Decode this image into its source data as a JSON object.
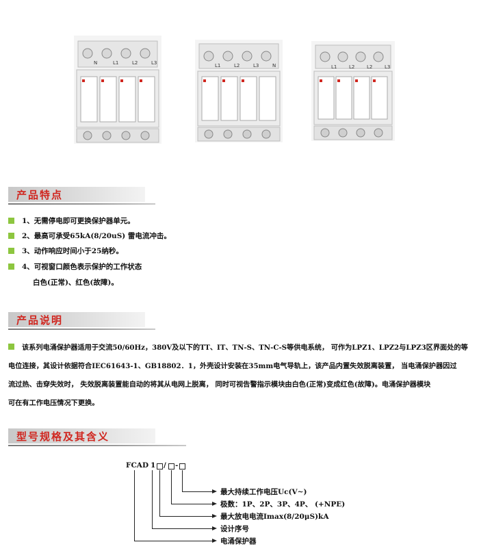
{
  "section_features": {
    "title": "产品特点",
    "items": [
      "1、无需停电即可更换保护器单元。",
      "2、最高可承受65kA(8/20uS) 雷电流冲击。",
      "3、动作响应时间小于25纳秒。",
      "4、可视窗口颜色表示保护的工作状态"
    ],
    "item4_line2": "白色(正常)、红色(故障)。"
  },
  "section_description": {
    "title": "产品说明",
    "lines": [
      "该系列电涌保护器适用于交流50/60Hz，380V及以下的TT、IT、TN-S、TN-C-S等供电系统， 可作为LPZ1、LPZ2与LPZ3区界面处的等",
      "电位连接，其设计依据符合IEC61643-1、GB18802．1，外壳设计安装在35mm电气导轨上，该产品内置失效脱离装置， 当电涌保护器因过",
      "流过热、击穿失效时， 失效脱离装置能自动的将其从电网上脱离， 同时可视告警指示模块由白色(正常)变成红色(故障)。电涌保护器模块",
      "可在有工作电压情况下更换。"
    ]
  },
  "section_model": {
    "title": "型号规格及其含义",
    "code_prefix": "FCAD",
    "code_digit": "1",
    "sep1": "/",
    "sep2": "-",
    "labels": [
      "最大持续工作电压Uc(V~)",
      "极数：1P、2P、3P、4P、 (+NPE)",
      "最大放电电流Imax(8/20μS)kA",
      "设计序号",
      "电涌保护器"
    ]
  },
  "devices": [
    {
      "name": "device-4p-left",
      "terminals": [
        "N",
        "L1",
        "L2",
        "L3"
      ]
    },
    {
      "name": "device-4p-middle",
      "terminals": [
        "L1",
        "L2",
        "L3",
        "N"
      ]
    },
    {
      "name": "device-4p-right",
      "terminals": [
        "L1",
        "L2",
        "L2",
        "L3"
      ]
    }
  ],
  "colors": {
    "title_red": "#d0261f",
    "bullet_green": "#8dc63f"
  }
}
